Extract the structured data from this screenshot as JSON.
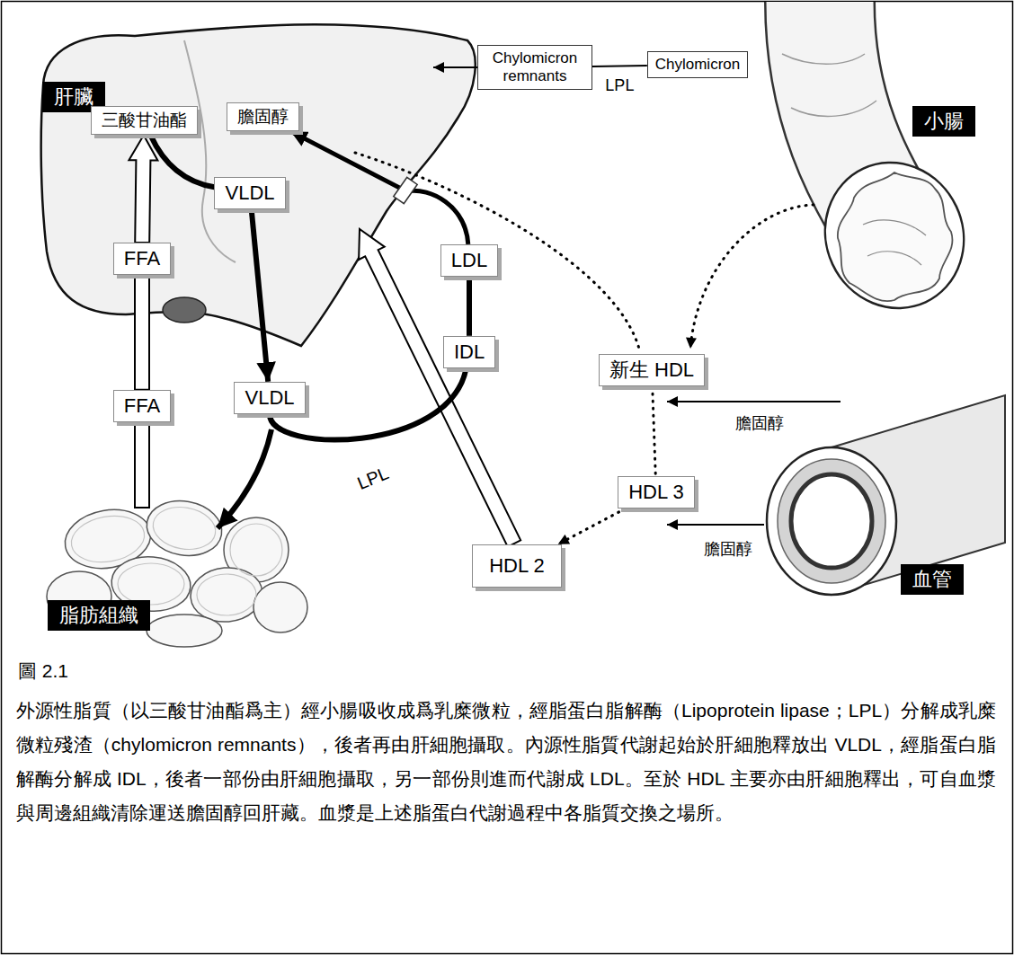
{
  "diagram": {
    "title": "圖 2.1",
    "caption": "外源性脂質（以三酸甘油酯爲主）經小腸吸收成爲乳糜微粒，經脂蛋白脂解酶（Lipoprotein lipase；LPL）分解成乳糜微粒殘渣（chylomicron remnants），後者再由肝細胞攝取。內源性脂質代謝起始於肝細胞釋放出 VLDL，經脂蛋白脂解酶分解成 IDL，後者一部份由肝細胞攝取，另一部份則進而代謝成 LDL。至於 HDL 主要亦由肝細胞釋出，可自血漿與周邊組織清除運送膽固醇回肝藏。血漿是上述脂蛋白代謝過程中各脂質交換之場所。",
    "nodes": [
      {
        "text": [
          "肝臟"
        ]
      },
      {
        "text": [
          "三酸甘油酯"
        ]
      },
      {
        "text": [
          "膽固醇"
        ]
      },
      {
        "text": [
          "Chylomicron remnants"
        ]
      },
      {
        "text": [
          "Chylomicron"
        ]
      },
      {
        "text": [
          "小腸"
        ]
      },
      {
        "text": [
          "VLDL"
        ]
      },
      {
        "text": [
          "FFA"
        ]
      },
      {
        "text": [
          "LDL"
        ]
      },
      {
        "text": [
          "IDL"
        ]
      },
      {
        "text": [
          "新生 HDL"
        ]
      },
      {
        "text": [
          "FFA"
        ]
      },
      {
        "text": [
          "VLDL"
        ]
      },
      {
        "text": [
          "HDL 3"
        ]
      },
      {
        "text": [
          "HDL 2"
        ]
      },
      {
        "text": [
          "血管"
        ]
      },
      {
        "text": [
          "脂肪組織"
        ]
      }
    ],
    "edges": [
      {
        "from": 4,
        "to": 3,
        "arrow": "none",
        "label": "LPL"
      },
      {
        "from": 1,
        "to": 6,
        "arrow": "none"
      },
      {
        "from": 6,
        "to": 12,
        "arrow": "to"
      },
      {
        "from": 11,
        "to": 7,
        "arrow": "none"
      },
      {
        "from": 7,
        "to": 1,
        "arrow": "to"
      },
      {
        "from": 12,
        "to": 9,
        "arrow": "none"
      },
      {
        "from": 9,
        "to": 8,
        "arrow": "none"
      },
      {
        "from": 8,
        "to": 2,
        "arrow": "to"
      },
      {
        "from": 10,
        "to": 13,
        "arrow": "none"
      },
      {
        "from": 13,
        "to": 14,
        "arrow": "to"
      }
    ],
    "labels": [
      "LPL",
      "膽固醇",
      "膽固醇"
    ]
  }
}
